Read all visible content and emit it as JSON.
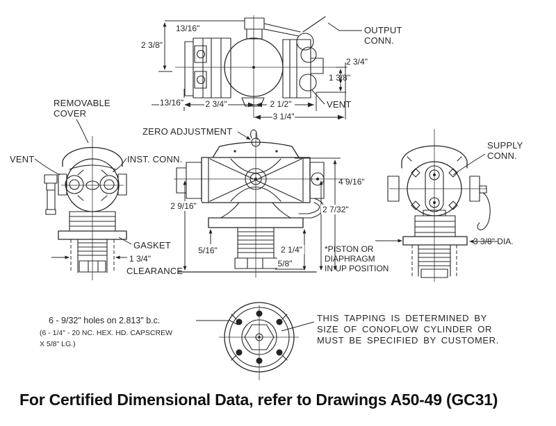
{
  "colors": {
    "ink": "#242424",
    "paper": "#ffffff"
  },
  "top_view": {
    "labels": {
      "output1": "OUTPUT",
      "output2": "CONN.",
      "vent": "VENT"
    },
    "dims": {
      "top_offset": "13/16\"",
      "left_height": "2 3/8\"",
      "right_upper": "2 3/4\"",
      "right_lower": "1 3/8\"",
      "bottom_offset": "13/16\"",
      "bottom_left": "2 3/4\"",
      "bottom_right": "2 1/2\"",
      "bottom_total": "3 1/4\""
    }
  },
  "left_view": {
    "labels": {
      "removable1": "REMOVABLE",
      "removable2": "COVER",
      "vent": "VENT",
      "inst_conn": "INST. CONN.",
      "gasket": "GASKET",
      "clearance": "CLEARANCE"
    },
    "dims": {
      "clearance_width": "1 3/4\""
    }
  },
  "center_view": {
    "labels": {
      "zero_adjustment": "ZERO ADJUSTMENT",
      "note1": "*PISTON OR",
      "note2": "DIAPHRAGM",
      "note3": "IN UP POSITION"
    },
    "dims": {
      "left_height": "2 9/16\"",
      "plate_thickness": "5/16\"",
      "stud_height": "2 1/4\"",
      "stud_offset": "5/8\"",
      "total_height": "4 9/16\"",
      "right_height": "2 7/32\""
    }
  },
  "right_view": {
    "labels": {
      "supply1": "SUPPLY",
      "supply2": "CONN."
    },
    "dims": {
      "base_diameter": "3 3/8\" DIA."
    }
  },
  "tapping_detail": {
    "holes_note1": "6 - 9/32\" holes on 2.813\" b.c.",
    "holes_note2": "(6 - 1/4\" - 20 NC. HEX. HD. CAPSCREW",
    "holes_note3": "X 5/8\" LG.)",
    "tapping_note1": "THIS TAPPING IS DETERMINED BY",
    "tapping_note2": "SIZE OF CONOFLOW CYLINDER OR",
    "tapping_note3": "MUST BE SPECIFIED BY CUSTOMER."
  },
  "footer": {
    "caption": "For Certified Dimensional Data, refer to Drawings A50-49 (GC31)"
  }
}
